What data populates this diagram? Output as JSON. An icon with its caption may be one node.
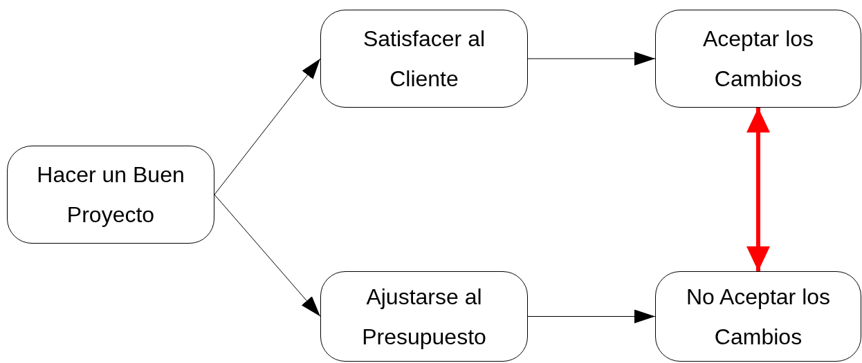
{
  "diagram": {
    "nodes": [
      {
        "text": [
          "Hacer un Buen Proyecto"
        ]
      },
      {
        "text": [
          "Satisfacer al Cliente"
        ]
      },
      {
        "text": [
          "Aceptar los Cambios"
        ]
      },
      {
        "text": [
          "Ajustarse al Presupuesto"
        ]
      },
      {
        "text": [
          "No Aceptar los Cambios"
        ]
      }
    ],
    "edges": [
      {
        "from": 0,
        "to": 1,
        "arrow": "to"
      },
      {
        "from": 0,
        "to": 3,
        "arrow": "to"
      },
      {
        "from": 1,
        "to": 2,
        "arrow": "to"
      },
      {
        "from": 3,
        "to": 4,
        "arrow": "to"
      },
      {
        "from": 2,
        "to": 4,
        "arrow": "both",
        "style": "thick",
        "color": "#ff0000"
      }
    ]
  }
}
